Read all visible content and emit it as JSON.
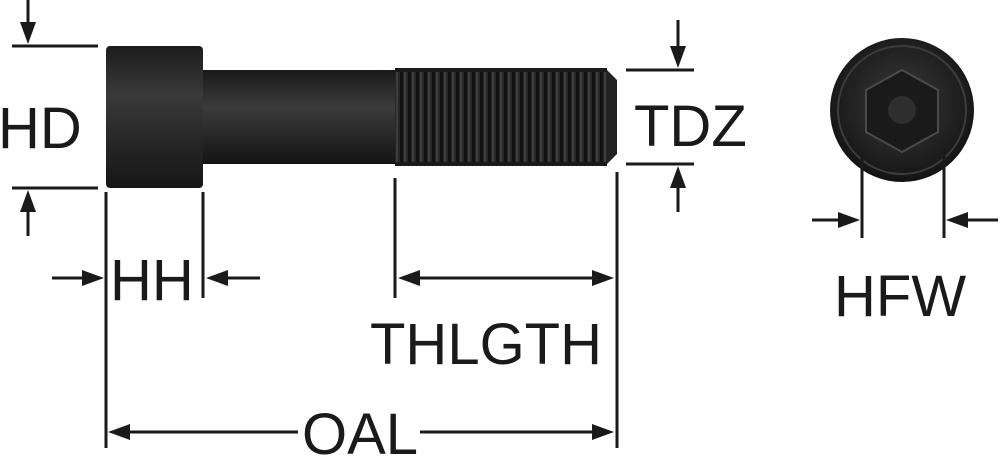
{
  "labels": {
    "head_diameter": "HD",
    "head_height": "HH",
    "thread_size": "TDZ",
    "thread_length": "THLGTH",
    "overall_length": "OAL",
    "hex_flat_width": "HFW"
  },
  "colors": {
    "bolt_body": "#2b2b2b",
    "bolt_dark": "#141414",
    "bolt_highlight": "#4a4a4a",
    "lines": "#1a1a1a",
    "background": "#ffffff"
  }
}
